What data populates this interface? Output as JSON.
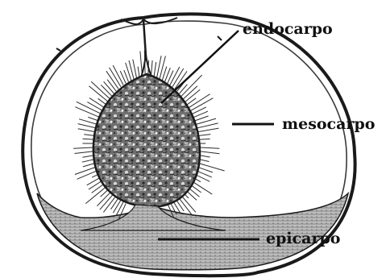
{
  "labels": {
    "endocarp": "endocarpo",
    "mesocarp": "mesocarpo",
    "epicarp": "epicarpo"
  },
  "colors": {
    "ink": "#1a1a1a",
    "background": "#ffffff",
    "stone_fill": "#8a8a8a"
  }
}
